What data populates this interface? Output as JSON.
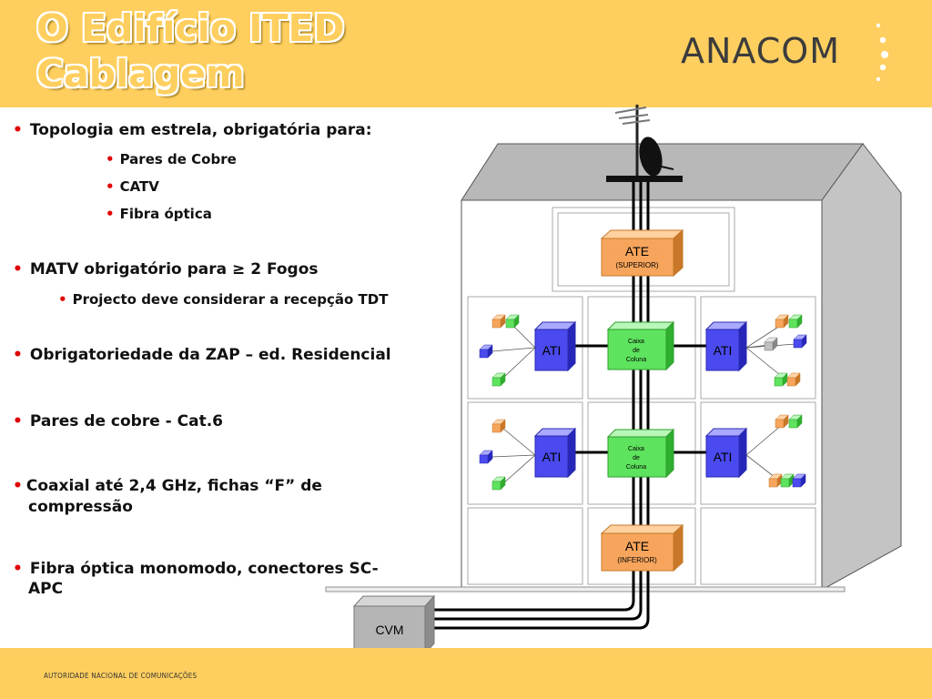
{
  "header": {
    "title_line1": "O Edifício ITED",
    "title_line2": "Cablagem",
    "logo": "ANACOM"
  },
  "footer": {
    "text": "AUTORIDADE NACIONAL DE COMUNICAÇÕES"
  },
  "bullets": {
    "b1": "Topologia em estrela, obrigatória para:",
    "b1_sub1": "Pares de Cobre",
    "b1_sub2": "CATV",
    "b1_sub3": "Fibra óptica",
    "b2": "MATV obrigatório para ≥ 2 Fogos",
    "b2_sub1": "Projecto deve considerar a recepção TDT",
    "b3": "Obrigatoriedade da ZAP – ed. Residencial",
    "b4": "Pares de cobre - Cat.6",
    "b5_line1": "Coaxial até 2,4 GHz, fichas “F”  de",
    "b5_line2": "compressão",
    "b6_line1": "Fibra óptica monomodo, conectores SC-",
    "b6_line2": "APC"
  },
  "diagram": {
    "ate_top": "ATE",
    "ate_top_sub": "(SUPERIOR)",
    "ate_bottom": "ATE",
    "ate_bottom_sub": "(INFERIOR)",
    "ati": "ATI",
    "caixa_l1": "Caixa",
    "caixa_l2": "de",
    "caixa_l3": "Coluna",
    "cvm": "CVM"
  },
  "colors": {
    "banner": "#fecf5f",
    "bullet": "#e00000",
    "ate": "#f7a55c",
    "ati": "#4a4aee",
    "caixa": "#5ee35e",
    "cvm": "#b5b5b5"
  }
}
